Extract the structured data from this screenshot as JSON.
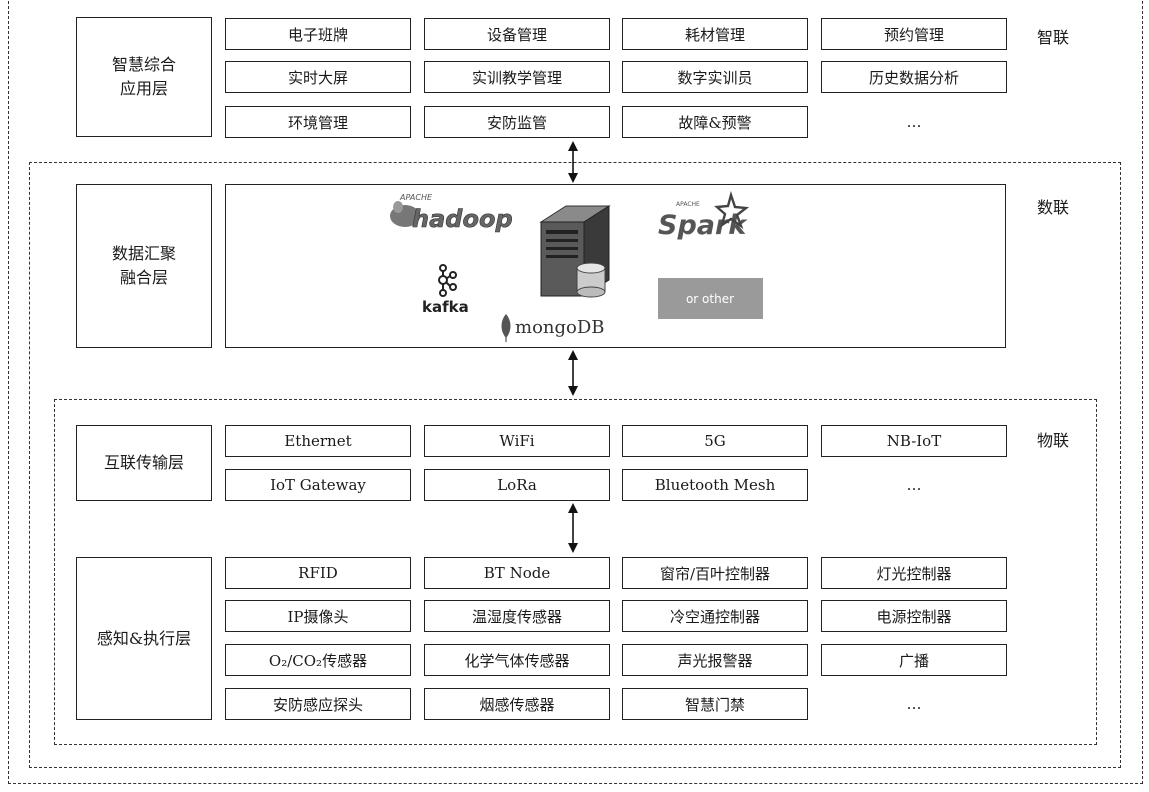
{
  "side_labels": {
    "zhilian": "智联",
    "shulian": "数联",
    "wulian": "物联"
  },
  "app_layer": {
    "name": "智慧综合\n应用层",
    "rows": [
      [
        "电子班牌",
        "设备管理",
        "耗材管理",
        "预约管理"
      ],
      [
        "实时大屏",
        "实训教学管理",
        "数字实训员",
        "历史数据分析"
      ],
      [
        "环境管理",
        "安防监管",
        "故障&预警",
        "…"
      ]
    ]
  },
  "data_layer": {
    "name": "数据汇聚\n融合层",
    "logos": {
      "hadoop_apache": "APACHE",
      "hadoop": "hadoop",
      "spark_apache": "APACHE",
      "spark": "Spark",
      "kafka": "kafka",
      "mongodb": "mongoDB",
      "other": "or other"
    }
  },
  "transport_layer": {
    "name": "互联传输层",
    "rows": [
      [
        "Ethernet",
        "WiFi",
        "5G",
        "NB-IoT"
      ],
      [
        "IoT Gateway",
        "LoRa",
        "Bluetooth Mesh",
        "…"
      ]
    ]
  },
  "sensing_layer": {
    "name": "感知&执行层",
    "rows": [
      [
        "RFID",
        "BT Node",
        "窗帘/百叶控制器",
        "灯光控制器"
      ],
      [
        "IP摄像头",
        "温湿度传感器",
        "冷空通控制器",
        "电源控制器"
      ],
      [
        "O₂/CO₂传感器",
        "化学气体传感器",
        "声光报警器",
        "广播"
      ],
      [
        "安防感应探头",
        "烟感传感器",
        "智慧门禁",
        "…"
      ]
    ]
  }
}
